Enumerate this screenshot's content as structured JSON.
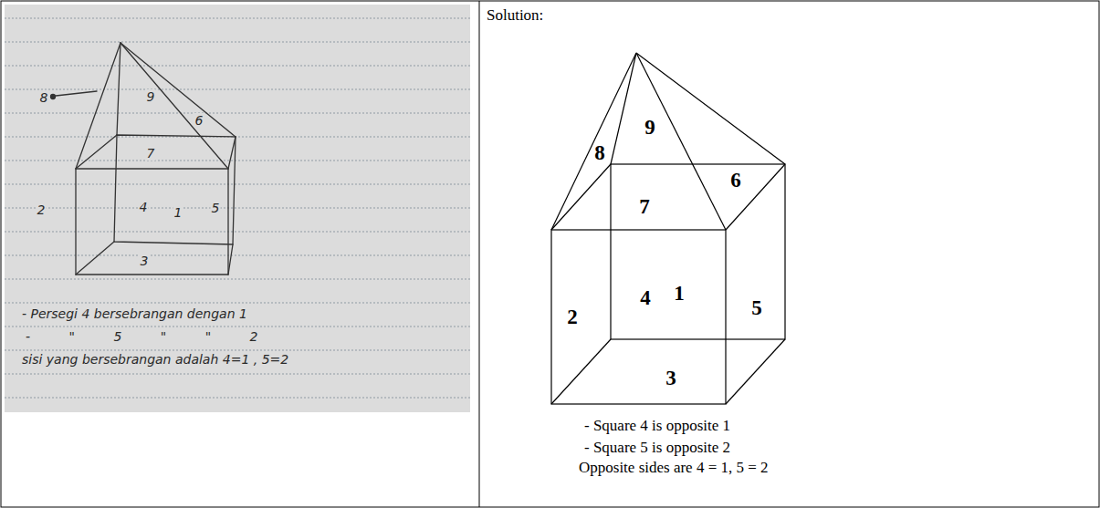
{
  "diagram": {
    "labels": [
      "8",
      "9",
      "6",
      "7",
      "4",
      "1",
      "2",
      "5",
      "3",
      "- Persegi 4 bersebrangan dengan 1",
      "- \" 5 \" \" 2",
      "sisi yang bersebrangan adalah 4=1 , 5=2",
      "Solution:",
      "9",
      "8",
      "6",
      "7",
      "4",
      "1",
      "2",
      "5",
      "3",
      "- Square 4 is opposite 1",
      "- Square 5 is opposite 2",
      "Opposite sides are 4 = 1, 5 = 2"
    ]
  }
}
